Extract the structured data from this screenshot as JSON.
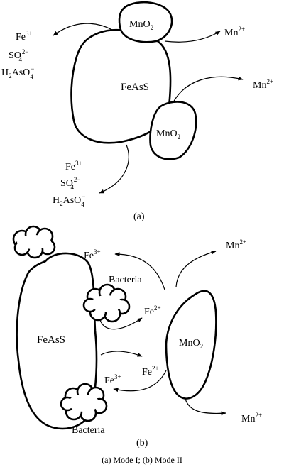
{
  "panel_a": {
    "sub_label": "(a)",
    "mineral": "FeAsS",
    "oxide_top": {
      "base": "MnO",
      "sub": "2"
    },
    "oxide_right": {
      "base": "MnO",
      "sub": "2"
    },
    "mn_top": {
      "base": "Mn",
      "sup": "2+"
    },
    "mn_right": {
      "base": "Mn",
      "sup": "2+"
    },
    "products_left": {
      "fe": {
        "base": "Fe",
        "sup": "3+"
      },
      "so4": {
        "base": "SO",
        "sub": "4",
        "sup": "2−"
      },
      "h2aso4": {
        "p1": "H",
        "s1": "2",
        "p2": "AsO",
        "s2": "4",
        "sup": "−"
      }
    },
    "products_bottom": {
      "fe": {
        "base": "Fe",
        "sup": "3+"
      },
      "so4": {
        "base": "SO",
        "sub": "4",
        "sup": "2−"
      },
      "h2aso4": {
        "p1": "H",
        "s1": "2",
        "p2": "AsO",
        "s2": "4",
        "sup": "−"
      }
    }
  },
  "panel_b": {
    "sub_label": "(b)",
    "mineral": "FeAsS",
    "oxide": {
      "base": "MnO",
      "sub": "2"
    },
    "bacteria_top": "Bacteria",
    "bacteria_bottom": "Bacteria",
    "fe3_top": {
      "base": "Fe",
      "sup": "3+"
    },
    "fe2_top": {
      "base": "Fe",
      "sup": "2+"
    },
    "fe2_bottom": {
      "base": "Fe",
      "sup": "2+"
    },
    "fe3_bottom": {
      "base": "Fe",
      "sup": "3+"
    },
    "mn_top": {
      "base": "Mn",
      "sup": "2+"
    },
    "mn_bottom": {
      "base": "Mn",
      "sup": "2+"
    }
  },
  "caption": "(a) Mode I; (b) Mode II"
}
